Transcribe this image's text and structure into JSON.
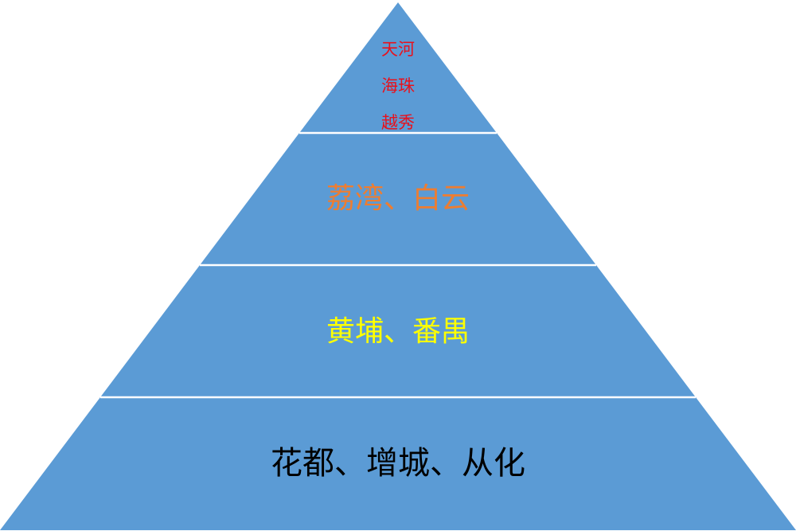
{
  "colors": {
    "fill": "#5b9bd5",
    "divider": "#ffffff",
    "background": "#ffffff"
  },
  "tiers": [
    {
      "lines": [
        "天河",
        "海珠",
        "越秀"
      ],
      "color": "#e8111c"
    },
    {
      "text": "荔湾、白云",
      "color": "#ed7d31"
    },
    {
      "text": "黄埔、番禺",
      "color": "#ffff00"
    },
    {
      "text": "花都、增城、从化",
      "color": "#000000"
    }
  ]
}
